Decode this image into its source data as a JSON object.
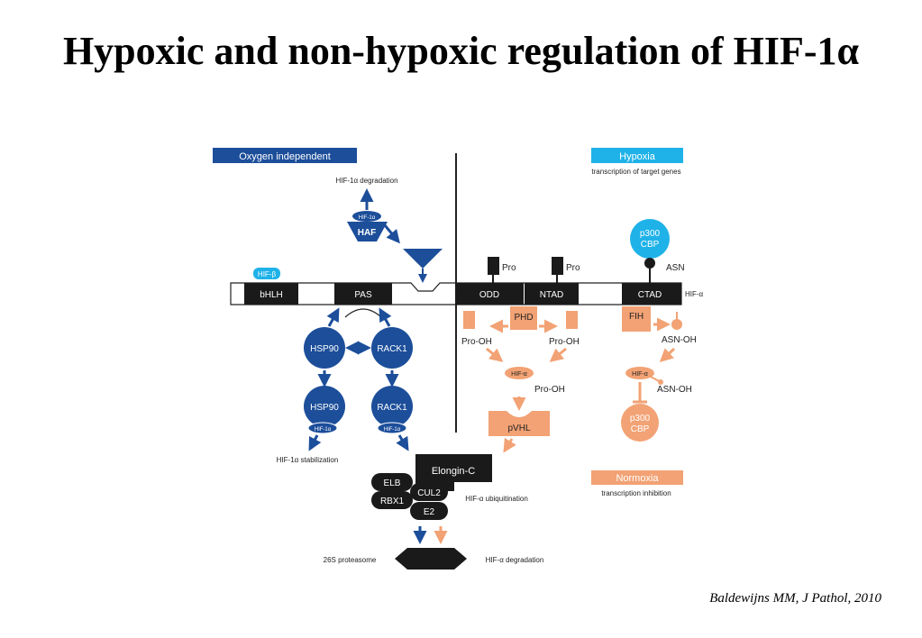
{
  "title": "Hypoxic and non-hypoxic regulation of HIF-1α",
  "citation": "Baldewijns MM, J Pathol, 2010",
  "colors": {
    "blue": "#1c4e9a",
    "cyan": "#1fb2e8",
    "salmon": "#f2a274",
    "black": "#1a1a1a"
  },
  "diagram": {
    "oxygen_independent_label": "Oxygen independent",
    "hypoxia_label": "Hypoxia",
    "hypoxia_sub": "transcription of target genes",
    "normoxia_label": "Normoxia",
    "normoxia_sub": "transcription inhibition",
    "hif1a_degradation_top": "HIF-1α degradation",
    "haf_label": "HAF",
    "hif1a_small": "HIF-1α",
    "hif_beta": "HIF-β",
    "domains": {
      "bhlh": "bHLH",
      "pas": "PAS",
      "odd": "ODD",
      "ntad": "NTAD",
      "ctad": "CTAD",
      "hif_alpha": "HIF-α"
    },
    "pro1": "Pro",
    "pro2": "Pro",
    "asn": "ASN",
    "p300_line1": "p300",
    "p300_line2": "CBP",
    "phd": "PHD",
    "fih": "FIH",
    "pro_oh_left": "Pro-OH",
    "pro_oh_right": "Pro-OH",
    "asn_oh_top": "ASN-OH",
    "hif_a_small": "HIF-α",
    "pro_oh_center": "Pro-OH",
    "asn_oh_bottom": "ASN-OH",
    "pvhl": "pVHL",
    "p300_bottom_line1": "p300",
    "p300_bottom_line2": "CBP",
    "hsp90": "HSP90",
    "rack1": "RACK1",
    "hif1a_stabilization": "HIF-1α stabilization",
    "elongin_c": "Elongin-C",
    "elb": "ELB",
    "rbx1": "RBX1",
    "cul2": "CUL2",
    "e2": "E2",
    "ubiquitination": "HIF-α ubiquitination",
    "proteasome": "26S proteasome",
    "hif_a_degradation": "HIF-α degradation"
  }
}
